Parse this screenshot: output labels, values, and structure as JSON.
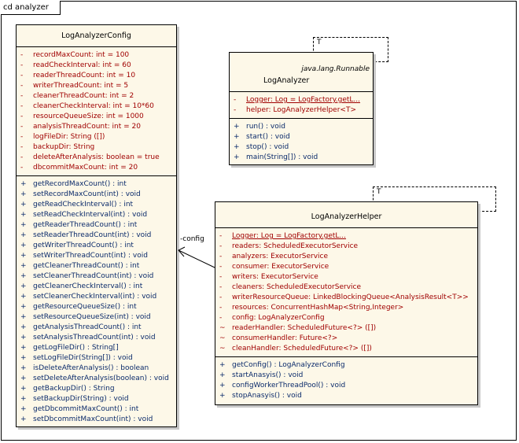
{
  "frame": {
    "label": "cd analyzer"
  },
  "classes": {
    "config": {
      "name": "LogAnalyzerConfig",
      "attributes": [
        {
          "vis": "-",
          "text": "recordMaxCount:  int = 100"
        },
        {
          "vis": "-",
          "text": "readCheckInterval:  int = 60"
        },
        {
          "vis": "-",
          "text": "readerThreadCount:  int = 10"
        },
        {
          "vis": "-",
          "text": "writerThreadCount:  int = 5"
        },
        {
          "vis": "-",
          "text": "cleanerThreadCount:  int = 2"
        },
        {
          "vis": "-",
          "text": "cleanerCheckInterval:  int = 10*60"
        },
        {
          "vis": "-",
          "text": "resourceQueueSize:  int = 1000"
        },
        {
          "vis": "-",
          "text": "analysisThreadCount:  int = 20"
        },
        {
          "vis": "-",
          "text": "logFileDir:  String ([])"
        },
        {
          "vis": "-",
          "text": "backupDir:  String"
        },
        {
          "vis": "-",
          "text": "deleteAfterAnalysis:  boolean = true"
        },
        {
          "vis": "-",
          "text": "dbcommitMaxCount:  int = 20"
        }
      ],
      "operations": [
        {
          "vis": "+",
          "text": "getRecordMaxCount() : int"
        },
        {
          "vis": "+",
          "text": "setRecordMaxCount(int) : void"
        },
        {
          "vis": "+",
          "text": "getReadCheckInterval() : int"
        },
        {
          "vis": "+",
          "text": "setReadCheckInterval(int) : void"
        },
        {
          "vis": "+",
          "text": "getReaderThreadCount() : int"
        },
        {
          "vis": "+",
          "text": "setReaderThreadCount(int) : void"
        },
        {
          "vis": "+",
          "text": "getWriterThreadCount() : int"
        },
        {
          "vis": "+",
          "text": "setWriterThreadCount(int) : void"
        },
        {
          "vis": "+",
          "text": "getCleanerThreadCount() : int"
        },
        {
          "vis": "+",
          "text": "setCleanerThreadCount(int) : void"
        },
        {
          "vis": "+",
          "text": "getCleanerCheckInterval() : int"
        },
        {
          "vis": "+",
          "text": "setCleanerCheckInterval(int) : void"
        },
        {
          "vis": "+",
          "text": "getResourceQueueSize() : int"
        },
        {
          "vis": "+",
          "text": "setResourceQueueSize(int) : void"
        },
        {
          "vis": "+",
          "text": "getAnalysisThreadCount() : int"
        },
        {
          "vis": "+",
          "text": "setAnalysisThreadCount(int) : void"
        },
        {
          "vis": "+",
          "text": "getLogFileDir() : String[]"
        },
        {
          "vis": "+",
          "text": "setLogFileDir(String[]) : void"
        },
        {
          "vis": "+",
          "text": "isDeleteAfterAnalysis() : boolean"
        },
        {
          "vis": "+",
          "text": "setDeleteAfterAnalysis(boolean) : void"
        },
        {
          "vis": "+",
          "text": "getBackupDir() : String"
        },
        {
          "vis": "+",
          "text": "setBackupDir(String) : void"
        },
        {
          "vis": "+",
          "text": "getDbcommitMaxCount() : int"
        },
        {
          "vis": "+",
          "text": "setDbcommitMaxCount(int) : void"
        }
      ]
    },
    "analyzer": {
      "name": "LogAnalyzer",
      "stereotype": "java.lang.Runnable",
      "type_param": "T",
      "attributes": [
        {
          "vis": "-",
          "text": "Logger:  Log = LogFactory.getL...",
          "static": true
        },
        {
          "vis": "-",
          "text": "helper:  LogAnalyzerHelper<T>"
        }
      ],
      "operations": [
        {
          "vis": "+",
          "text": "run() : void"
        },
        {
          "vis": "+",
          "text": "start() : void"
        },
        {
          "vis": "+",
          "text": "stop() : void"
        },
        {
          "vis": "+",
          "text": "main(String[]) : void"
        }
      ]
    },
    "helper": {
      "name": "LogAnalyzerHelper",
      "type_param": "T",
      "attributes": [
        {
          "vis": "-",
          "text": "Logger:  Log = LogFactory.getL...",
          "static": true
        },
        {
          "vis": "-",
          "text": "readers:  ScheduledExecutorService"
        },
        {
          "vis": "-",
          "text": "analyzers:  ExecutorService"
        },
        {
          "vis": "-",
          "text": "consumer:  ExecutorService"
        },
        {
          "vis": "-",
          "text": "writers:  ExecutorService"
        },
        {
          "vis": "-",
          "text": "cleaners:  ScheduledExecutorService"
        },
        {
          "vis": "-",
          "text": "writerResourceQueue:  LinkedBlockingQueue<AnalysisResult<T>>"
        },
        {
          "vis": "-",
          "text": "resources:  ConcurrentHashMap<String,Integer>"
        },
        {
          "vis": "-",
          "text": "config:  LogAnalyzerConfig"
        },
        {
          "vis": "~",
          "text": "readerHandler:  ScheduledFuture<?> ([])"
        },
        {
          "vis": "~",
          "text": "consumerHandler:  Future<?>"
        },
        {
          "vis": "~",
          "text": "cleanHandler:  ScheduledFuture<?> ([])"
        }
      ],
      "operations": [
        {
          "vis": "+",
          "text": "getConfig() : LogAnalyzerConfig"
        },
        {
          "vis": "+",
          "text": "startAnasyis() : void"
        },
        {
          "vis": "+",
          "text": "configWorkerThreadPool() : void"
        },
        {
          "vis": "+",
          "text": "stopAnasyis() : void"
        }
      ]
    }
  },
  "relations": [
    {
      "from": "LogAnalyzerHelper",
      "to": "LogAnalyzerConfig",
      "kind": "association",
      "role": "-config"
    }
  ]
}
